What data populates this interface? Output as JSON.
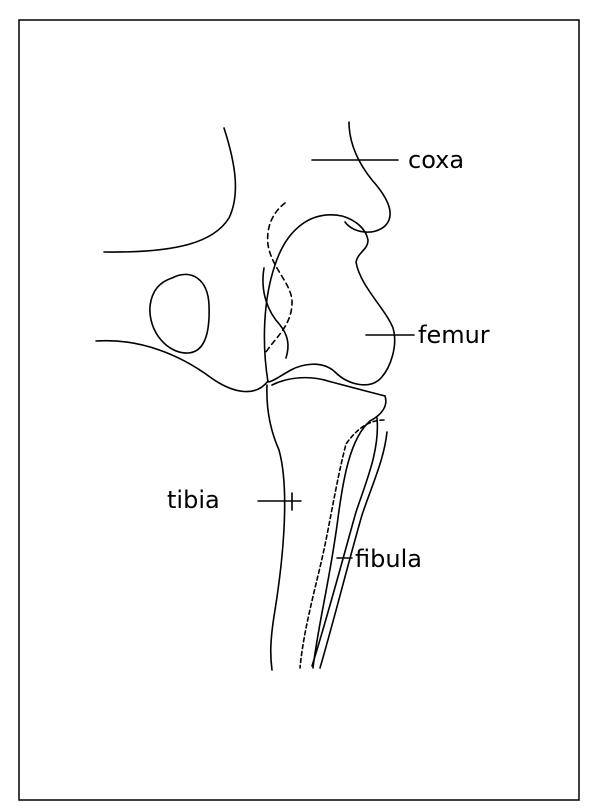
{
  "labels": {
    "coxa": "coxa",
    "femur": "femur",
    "tibia": "tibia",
    "fibula": "fibula"
  },
  "colors": {
    "line": "#000000",
    "background": "#ffffff"
  }
}
